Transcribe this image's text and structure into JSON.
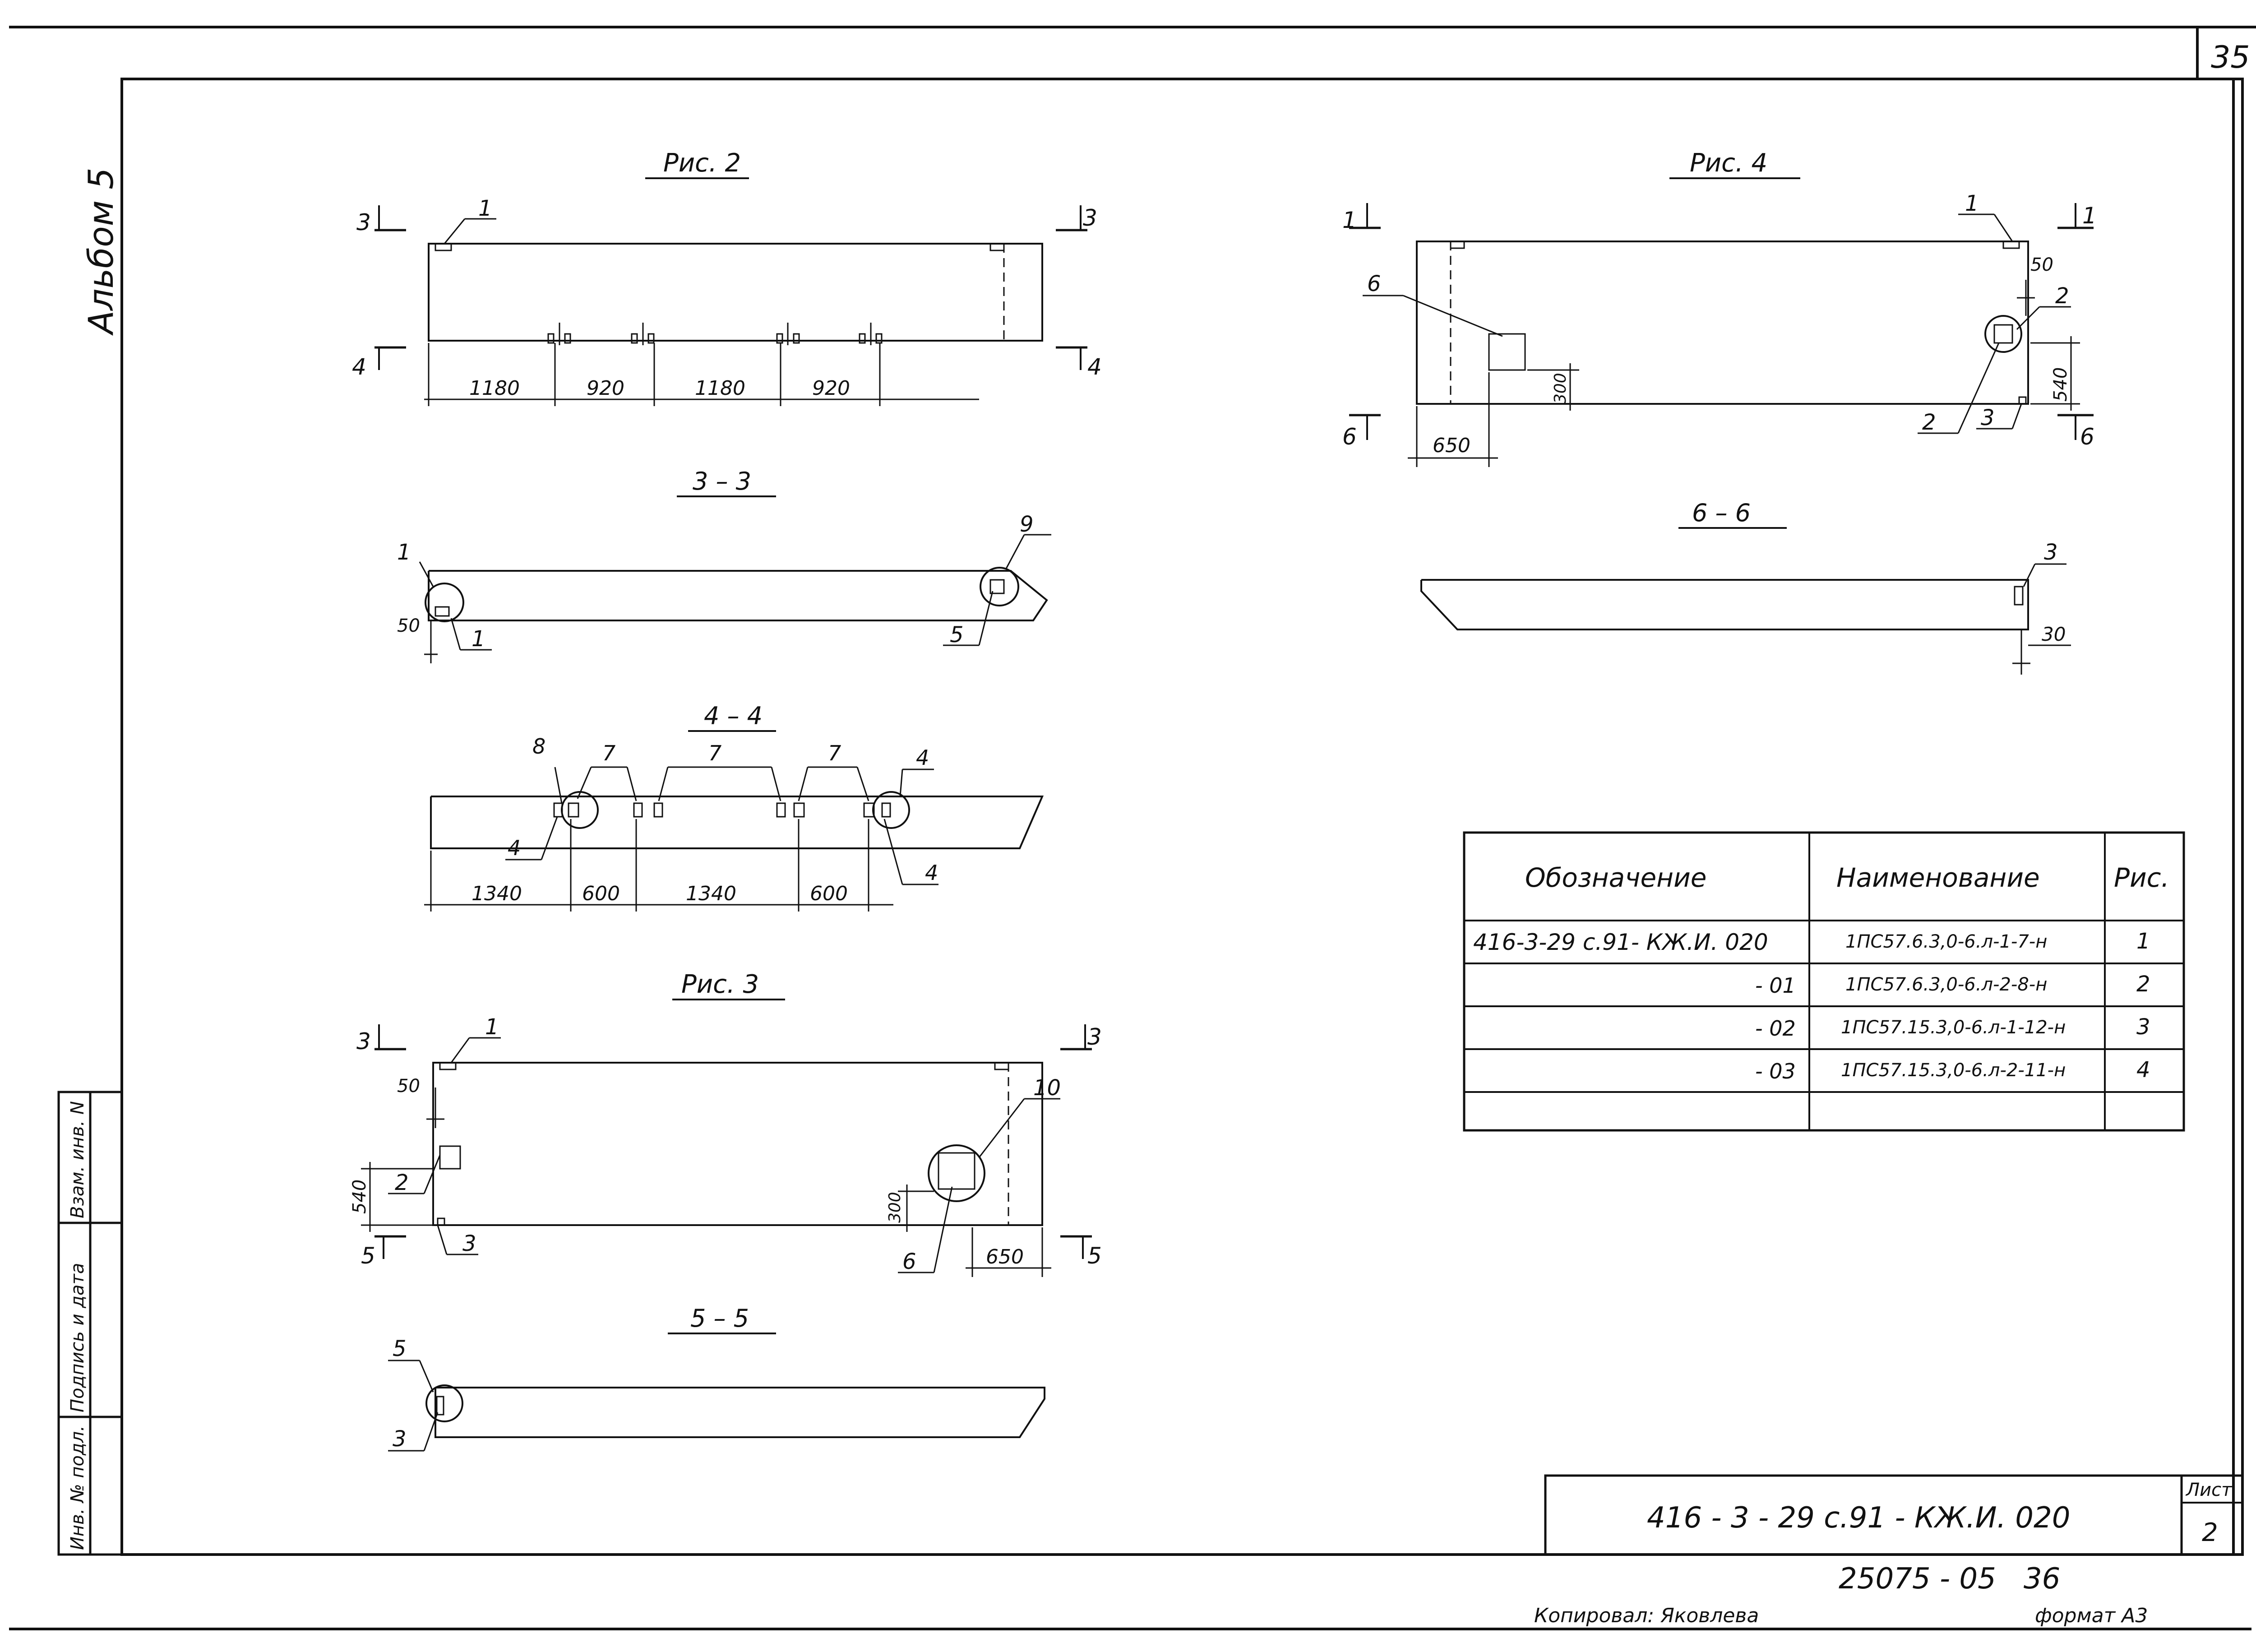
{
  "sheet_corner_number": "35",
  "side_album": "Альбом 5",
  "side_stamp": {
    "inv_no": "Инв. № подл.",
    "signature_date": "Подпись и дата",
    "replace_inv": "Взам. инв. N"
  },
  "fig2": {
    "title": "Рис. 2",
    "section_left": "3",
    "section_right": "3",
    "section_bottom_left": "4",
    "section_bottom_right": "4",
    "leader": "1",
    "dims": [
      "1180",
      "920",
      "1180",
      "920"
    ]
  },
  "sec33": {
    "title": "3 – 3",
    "labels": {
      "top_left": "1",
      "bottom_left": "1",
      "top_right": "9",
      "bottom_right": "5"
    },
    "dim_50": "50"
  },
  "sec44": {
    "title": "4 – 4",
    "labels": {
      "l8": "8",
      "l7a": "7",
      "l7b": "7",
      "l7c": "7",
      "l4a": "4",
      "l4b": "4",
      "l4c": "4"
    },
    "dims": [
      "1340",
      "600",
      "1340",
      "600"
    ]
  },
  "fig3": {
    "title": "Рис. 3",
    "section_left": "3",
    "section_right": "3",
    "section_bottom_left": "5",
    "section_bottom_right": "5",
    "labels": {
      "l1": "1",
      "l2": "2",
      "l3": "3",
      "l6": "6",
      "l10": "10"
    },
    "dim_50": "50",
    "dim_540": "540",
    "dim_300": "300",
    "dim_650": "650"
  },
  "sec55": {
    "title": "5 – 5",
    "labels": {
      "l5": "5",
      "l3": "3"
    }
  },
  "fig4": {
    "title": "Рис. 4",
    "section_left": "1",
    "section_right": "1",
    "section_bottom_left": "6",
    "section_bottom_right": "6",
    "labels": {
      "l1": "1",
      "l2a": "2",
      "l2b": "2",
      "l3": "3",
      "l6": "6"
    },
    "dim_50": "50",
    "dim_540": "540",
    "dim_300": "300",
    "dim_650": "650"
  },
  "sec66": {
    "title": "6 – 6",
    "labels": {
      "l3": "3"
    },
    "dim_30": "30"
  },
  "spec_table": {
    "headers": [
      "Обозначение",
      "Наименование",
      "Рис."
    ],
    "rows": [
      [
        "416-3-29 с.91- КЖ.И. 020",
        "1ПС57.6.3,0-6.л-1-7-н",
        "1"
      ],
      [
        "- 01",
        "1ПС57.6.3,0-6.л-2-8-н",
        "2"
      ],
      [
        "- 02",
        "1ПС57.15.3,0-6.л-1-12-н",
        "3"
      ],
      [
        "- 03",
        "1ПС57.15.3,0-6.л-2-11-н",
        "4"
      ],
      [
        "",
        "",
        ""
      ]
    ]
  },
  "title_block": {
    "code": "416 - 3 - 29 с.91 - КЖ.И. 020",
    "sheet_label": "Лист",
    "sheet_no": "2"
  },
  "order_no": "25075 - 05   36",
  "copied_by": "Копировал: Яковлева",
  "format": "формат А3"
}
